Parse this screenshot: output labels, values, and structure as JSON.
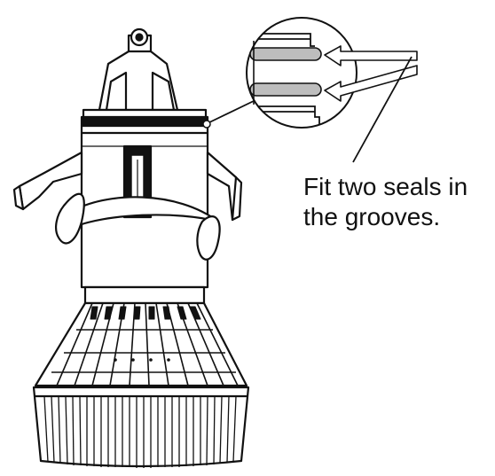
{
  "diagram": {
    "caption_lines": [
      "Fit two seals in",
      "the grooves."
    ],
    "components": [
      "device-body",
      "detail-magnifier",
      "seal-upper",
      "seal-lower",
      "pointer-arrow-upper",
      "pointer-arrow-lower",
      "leader-line"
    ],
    "colors": {
      "ink": "#111111",
      "seal": "#bdbdbd",
      "background": "#ffffff"
    }
  }
}
